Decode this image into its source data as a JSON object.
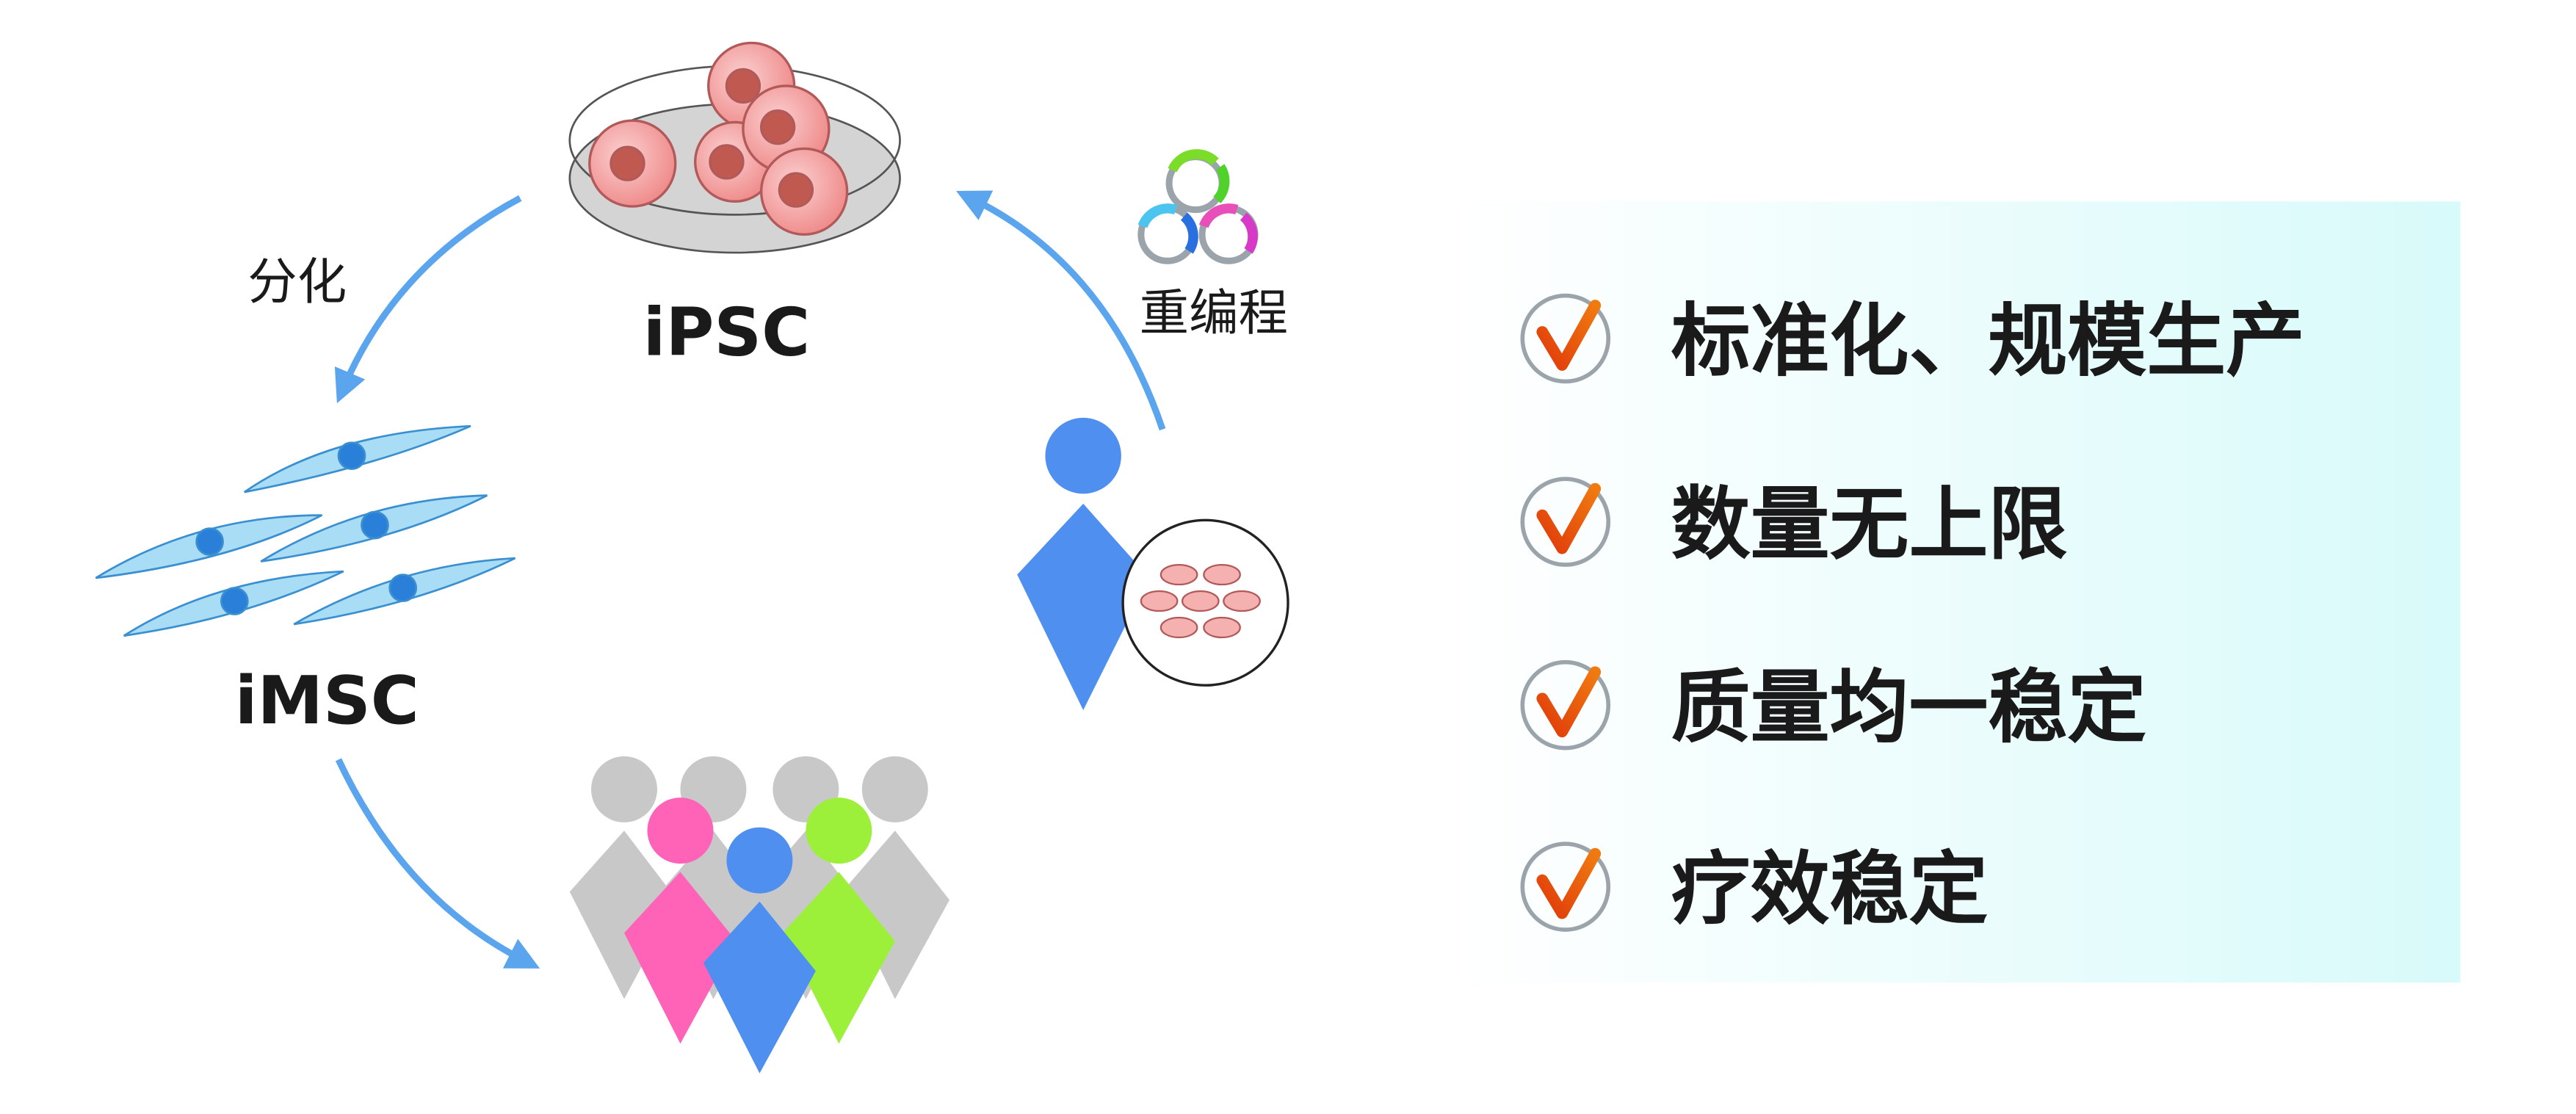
{
  "cycle": {
    "ipsc_label": "iPSC",
    "imsc_label": "iMSC",
    "differentiation_label": "分化",
    "reprogramming_label": "重编程"
  },
  "advantages": {
    "items": [
      {
        "label": "标准化、规模生产"
      },
      {
        "label": "数量无上限"
      },
      {
        "label": "质量均一稳定"
      },
      {
        "label": "疗效稳定"
      }
    ]
  },
  "colors": {
    "arrow": "#5aa5ee",
    "check": "#e8520f",
    "panel": "#dcfbfb",
    "pink": "#ff63b8",
    "blue": "#4f8ff0",
    "green": "#9df03a",
    "gray": "#c8c8c8"
  }
}
